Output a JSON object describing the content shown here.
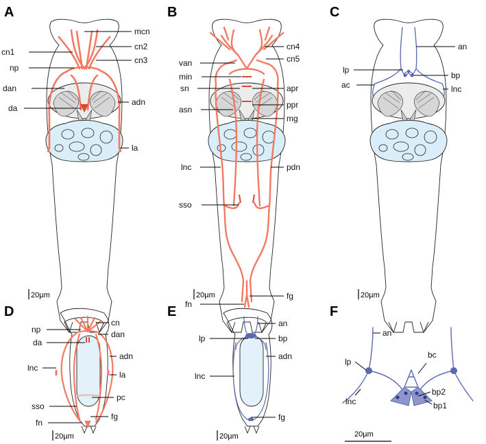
{
  "panels": [
    {
      "letter": "A",
      "scale": "20µm",
      "labels": [
        "mcn",
        "cn1",
        "cn2",
        "cn3",
        "np",
        "dan",
        "adn",
        "da",
        "la"
      ]
    },
    {
      "letter": "B",
      "scale": "20µm",
      "labels": [
        "van",
        "cn4",
        "cn5",
        "min",
        "sn",
        "apr",
        "asn",
        "ppr",
        "mg",
        "lnc",
        "pdn",
        "sso",
        "fg",
        "fn"
      ]
    },
    {
      "letter": "C",
      "scale": "20µm",
      "labels": [
        "an",
        "lp",
        "bp",
        "ac",
        "lnc"
      ]
    },
    {
      "letter": "D",
      "scale": "20µm",
      "labels": [
        "cn",
        "np",
        "dan",
        "da",
        "adn",
        "lnc",
        "la",
        "pc",
        "sso",
        "fg",
        "fn"
      ]
    },
    {
      "letter": "E",
      "scale": "20µm",
      "labels": [
        "an",
        "lp",
        "bp",
        "adn",
        "lnc",
        "fg"
      ]
    },
    {
      "letter": "F",
      "scale": "20µm",
      "labels": [
        "an",
        "bc",
        "lp",
        "lnc",
        "bp2",
        "bp1"
      ]
    }
  ],
  "colors": {
    "nerve_orange": "#f27a63",
    "nerve_dark_orange": "#d84a35",
    "nerve_blue": "#5968b0",
    "cell_blue_fill": "#8e96cc",
    "gut_fill": "#d9eef8",
    "pharynx_fill": "#d6d6d6"
  }
}
